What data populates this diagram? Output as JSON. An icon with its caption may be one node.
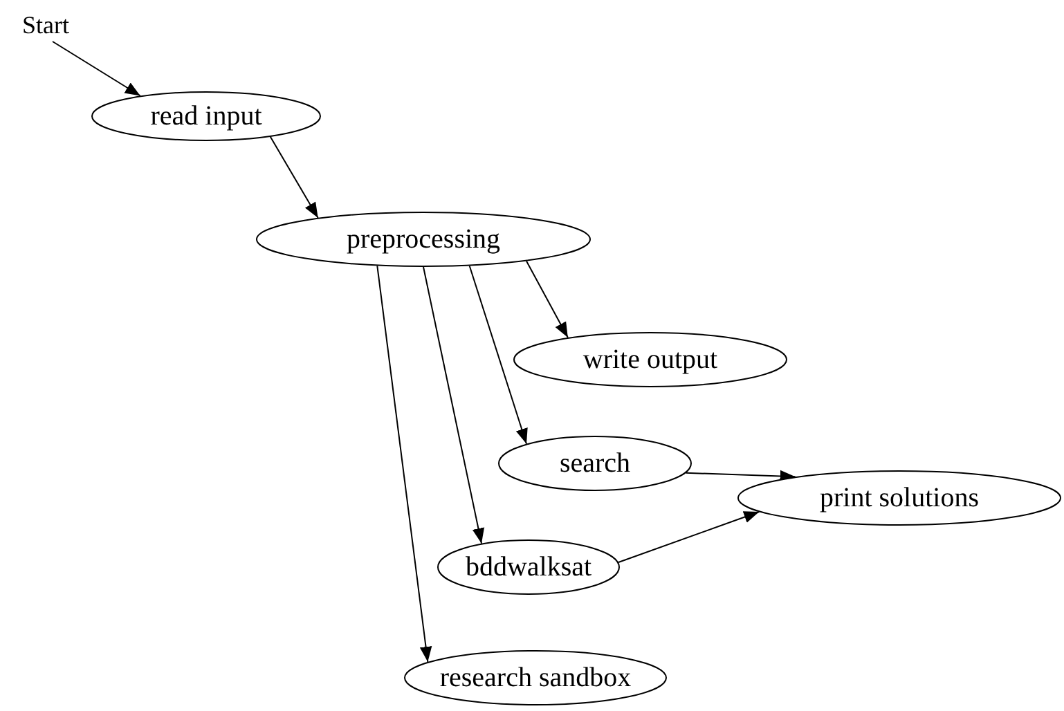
{
  "diagram": {
    "nodes": [
      {
        "text": [
          "Start"
        ]
      },
      {
        "text": [
          "read input"
        ]
      },
      {
        "text": [
          "preprocessing"
        ]
      },
      {
        "text": [
          "write output"
        ]
      },
      {
        "text": [
          "search"
        ]
      },
      {
        "text": [
          "print solutions"
        ]
      },
      {
        "text": [
          "bddwalksat"
        ]
      },
      {
        "text": [
          "research sandbox"
        ]
      }
    ],
    "edges": [
      {
        "from": 0,
        "to": 1,
        "arrow": "to"
      },
      {
        "from": 1,
        "to": 2,
        "arrow": "to"
      },
      {
        "from": 2,
        "to": 3,
        "arrow": "to"
      },
      {
        "from": 2,
        "to": 4,
        "arrow": "to"
      },
      {
        "from": 2,
        "to": 6,
        "arrow": "to"
      },
      {
        "from": 2,
        "to": 7,
        "arrow": "to"
      },
      {
        "from": 4,
        "to": 5,
        "arrow": "to"
      },
      {
        "from": 6,
        "to": 5,
        "arrow": "to"
      }
    ]
  }
}
